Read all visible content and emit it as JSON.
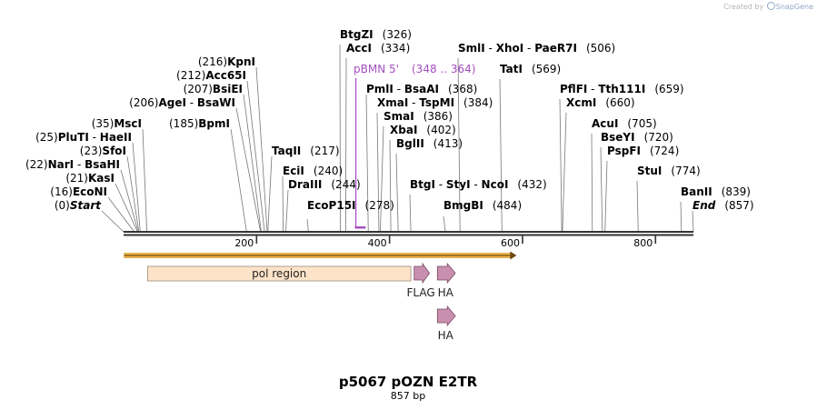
{
  "credit": {
    "prefix": "Created by",
    "brand": "SnapGene"
  },
  "map": {
    "title": "p5067 pOZN E2TR",
    "length_label": "857 bp",
    "length": 857,
    "ticks": [
      {
        "pos": 200,
        "label": "200"
      },
      {
        "pos": 400,
        "label": "400"
      },
      {
        "pos": 600,
        "label": "600"
      },
      {
        "pos": 800,
        "label": "800"
      }
    ],
    "sites": [
      {
        "pos": 0,
        "parts": [
          [
            "(0)",
            "n"
          ],
          [
            "Start",
            "e"
          ]
        ]
      },
      {
        "pos": 16,
        "parts": [
          [
            "(16)",
            "n"
          ],
          [
            "EcoNI",
            "b"
          ]
        ]
      },
      {
        "pos": 21,
        "parts": [
          [
            "(21)",
            "n"
          ],
          [
            "KasI",
            "b"
          ]
        ]
      },
      {
        "pos": 22,
        "parts": [
          [
            "(22)",
            "n"
          ],
          [
            "NarI",
            "b"
          ],
          [
            " - ",
            "n"
          ],
          [
            "BsaHI",
            "b"
          ]
        ]
      },
      {
        "pos": 23,
        "parts": [
          [
            "(23)",
            "n"
          ],
          [
            "SfoI",
            "b"
          ]
        ]
      },
      {
        "pos": 25,
        "parts": [
          [
            "(25)",
            "n"
          ],
          [
            "PluTI",
            "b"
          ],
          [
            " - ",
            "n"
          ],
          [
            "HaeII",
            "b"
          ]
        ]
      },
      {
        "pos": 35,
        "parts": [
          [
            "(35)",
            "n"
          ],
          [
            "MscI",
            "b"
          ]
        ]
      },
      {
        "pos": 185,
        "parts": [
          [
            "(185)",
            "n"
          ],
          [
            "BpmI",
            "b"
          ]
        ]
      },
      {
        "pos": 206,
        "parts": [
          [
            "(206)",
            "n"
          ],
          [
            "AgeI",
            "b"
          ],
          [
            " - ",
            "n"
          ],
          [
            "BsaWI",
            "b"
          ]
        ]
      },
      {
        "pos": 207,
        "parts": [
          [
            "(207)",
            "n"
          ],
          [
            "BsiEI",
            "b"
          ]
        ]
      },
      {
        "pos": 212,
        "parts": [
          [
            "(212)",
            "n"
          ],
          [
            "Acc65I",
            "b"
          ]
        ]
      },
      {
        "pos": 216,
        "parts": [
          [
            "(216)",
            "n"
          ],
          [
            "KpnI",
            "b"
          ]
        ]
      },
      {
        "pos": 217,
        "parts": [
          [
            "TaqII",
            "b"
          ],
          [
            "(217)",
            "n"
          ]
        ]
      },
      {
        "pos": 240,
        "parts": [
          [
            "EciI",
            "b"
          ],
          [
            "(240)",
            "n"
          ]
        ]
      },
      {
        "pos": 244,
        "parts": [
          [
            "DraIII",
            "b"
          ],
          [
            "(244)",
            "n"
          ]
        ]
      },
      {
        "pos": 278,
        "parts": [
          [
            "EcoP15I",
            "b"
          ],
          [
            "(278)",
            "n"
          ]
        ]
      },
      {
        "pos": 326,
        "parts": [
          [
            "BtgZI",
            "b"
          ],
          [
            "(326)",
            "n"
          ]
        ]
      },
      {
        "pos": 334,
        "parts": [
          [
            "AccI",
            "b"
          ],
          [
            "(334)",
            "n"
          ]
        ]
      },
      {
        "pos": 368,
        "parts": [
          [
            "PmlI",
            "b"
          ],
          [
            " - ",
            "n"
          ],
          [
            "BsaAI",
            "b"
          ],
          [
            "(368)",
            "n"
          ]
        ]
      },
      {
        "pos": 384,
        "parts": [
          [
            "XmaI",
            "b"
          ],
          [
            " - ",
            "n"
          ],
          [
            "TspMI",
            "b"
          ],
          [
            "(384)",
            "n"
          ]
        ]
      },
      {
        "pos": 386,
        "parts": [
          [
            "SmaI",
            "b"
          ],
          [
            "(386)",
            "n"
          ]
        ]
      },
      {
        "pos": 402,
        "parts": [
          [
            "XbaI",
            "b"
          ],
          [
            "(402)",
            "n"
          ]
        ]
      },
      {
        "pos": 413,
        "parts": [
          [
            "BglII",
            "b"
          ],
          [
            "(413)",
            "n"
          ]
        ]
      },
      {
        "pos": 432,
        "parts": [
          [
            "BtgI",
            "b"
          ],
          [
            " - ",
            "n"
          ],
          [
            "StyI",
            "b"
          ],
          [
            " - ",
            "n"
          ],
          [
            "NcoI",
            "b"
          ],
          [
            "(432)",
            "n"
          ]
        ]
      },
      {
        "pos": 484,
        "parts": [
          [
            "BmgBI",
            "b"
          ],
          [
            "(484)",
            "n"
          ]
        ]
      },
      {
        "pos": 506,
        "parts": [
          [
            "SmlI",
            "b"
          ],
          [
            " - ",
            "n"
          ],
          [
            "XhoI",
            "b"
          ],
          [
            " - ",
            "n"
          ],
          [
            "PaeR7I",
            "b"
          ],
          [
            "(506)",
            "n"
          ]
        ]
      },
      {
        "pos": 569,
        "parts": [
          [
            "TatI",
            "b"
          ],
          [
            "(569)",
            "n"
          ]
        ]
      },
      {
        "pos": 659,
        "parts": [
          [
            "PflFI",
            "b"
          ],
          [
            " - ",
            "n"
          ],
          [
            "Tth111I",
            "b"
          ],
          [
            "(659)",
            "n"
          ]
        ]
      },
      {
        "pos": 660,
        "parts": [
          [
            "XcmI",
            "b"
          ],
          [
            "(660)",
            "n"
          ]
        ]
      },
      {
        "pos": 705,
        "parts": [
          [
            "AcuI",
            "b"
          ],
          [
            "(705)",
            "n"
          ]
        ]
      },
      {
        "pos": 720,
        "parts": [
          [
            "BseYI",
            "b"
          ],
          [
            "(720)",
            "n"
          ]
        ]
      },
      {
        "pos": 724,
        "parts": [
          [
            "PspFI",
            "b"
          ],
          [
            "(724)",
            "n"
          ]
        ]
      },
      {
        "pos": 774,
        "parts": [
          [
            "StuI",
            "b"
          ],
          [
            "(774)",
            "n"
          ]
        ]
      },
      {
        "pos": 839,
        "parts": [
          [
            "BanII",
            "b"
          ],
          [
            "(839)",
            "n"
          ]
        ]
      },
      {
        "pos": 857,
        "parts": [
          [
            "End",
            "e"
          ],
          [
            "(857)",
            "n"
          ]
        ]
      }
    ],
    "primer": {
      "name": "pBMN 5'",
      "range_label": "(348 .. 364)",
      "start": 348,
      "end": 364
    },
    "orf": {
      "start": 1,
      "end": 591
    },
    "features": [
      {
        "name": "pol region",
        "start": 36,
        "end": 432,
        "kind": "box"
      },
      {
        "name": "FLAG",
        "start": 437,
        "end": 460,
        "kind": "arrow"
      },
      {
        "name": "HA",
        "start": 472,
        "end": 499,
        "kind": "arrow"
      },
      {
        "name": "HA",
        "start": 472,
        "end": 499,
        "kind": "arrow"
      }
    ],
    "colors": {
      "backbone": "#333333",
      "primer": "#a54ec2",
      "orf_fill": "#f7b84a",
      "orf_edge": "#c98a1e",
      "box_fill": "#fde3c8",
      "box_edge": "#9a8a7a",
      "tag_fill": "#c98fae",
      "tag_edge": "#7a4b64"
    }
  }
}
